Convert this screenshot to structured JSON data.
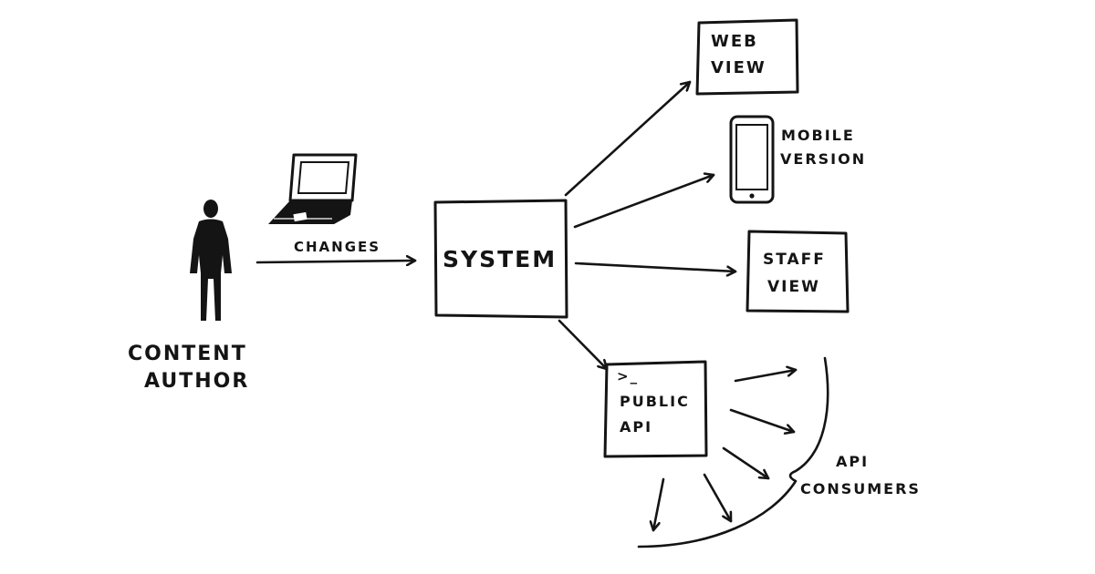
{
  "author": {
    "label_line1": "CONTENT",
    "label_line2": "AUTHOR"
  },
  "edge_labels": {
    "changes": "CHANGES"
  },
  "system": {
    "label": "SYSTEM"
  },
  "outputs": {
    "web_view": {
      "line1": "WEB",
      "line2": "VIEW"
    },
    "mobile_version": {
      "line1": "MOBILE",
      "line2": "VERSION"
    },
    "staff_view": {
      "line1": "STAFF",
      "line2": "VIEW"
    },
    "public_api": {
      "prompt": ">_",
      "line1": "PUBLIC",
      "line2": "API"
    }
  },
  "consumers": {
    "line1": "API",
    "line2": "CONSUMERS"
  },
  "colors": {
    "ink": "#141414",
    "background": "#ffffff"
  }
}
